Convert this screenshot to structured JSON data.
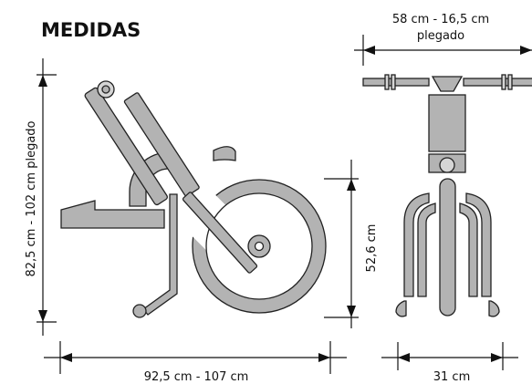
{
  "title": "MEDIDAS",
  "dimensions": {
    "height_side": "82,5 cm - 102 cm plegado",
    "length_side": "92,5 cm - 107 cm",
    "wheel_height": "52,6 cm",
    "top_width_line1": "58 cm - 16,5 cm",
    "top_width_line2": "plegado",
    "bottom_width": "31 cm"
  },
  "colors": {
    "part_fill": "#b3b3b3",
    "outline": "#222222",
    "text": "#111111"
  }
}
